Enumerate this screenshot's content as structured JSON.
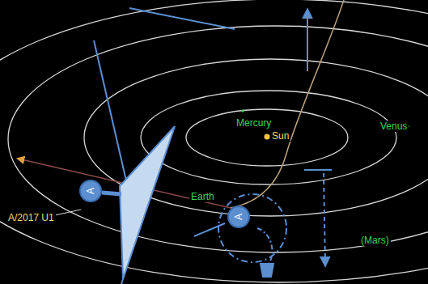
{
  "diagram": {
    "nodes": [
      {
        "text": [
          "A"
        ]
      },
      {
        "text": [
          "A"
        ]
      }
    ],
    "labels": [
      "Mercury",
      "Sun",
      "Venus",
      "Earth",
      "A/2017 U1",
      "(Mars)"
    ]
  }
}
